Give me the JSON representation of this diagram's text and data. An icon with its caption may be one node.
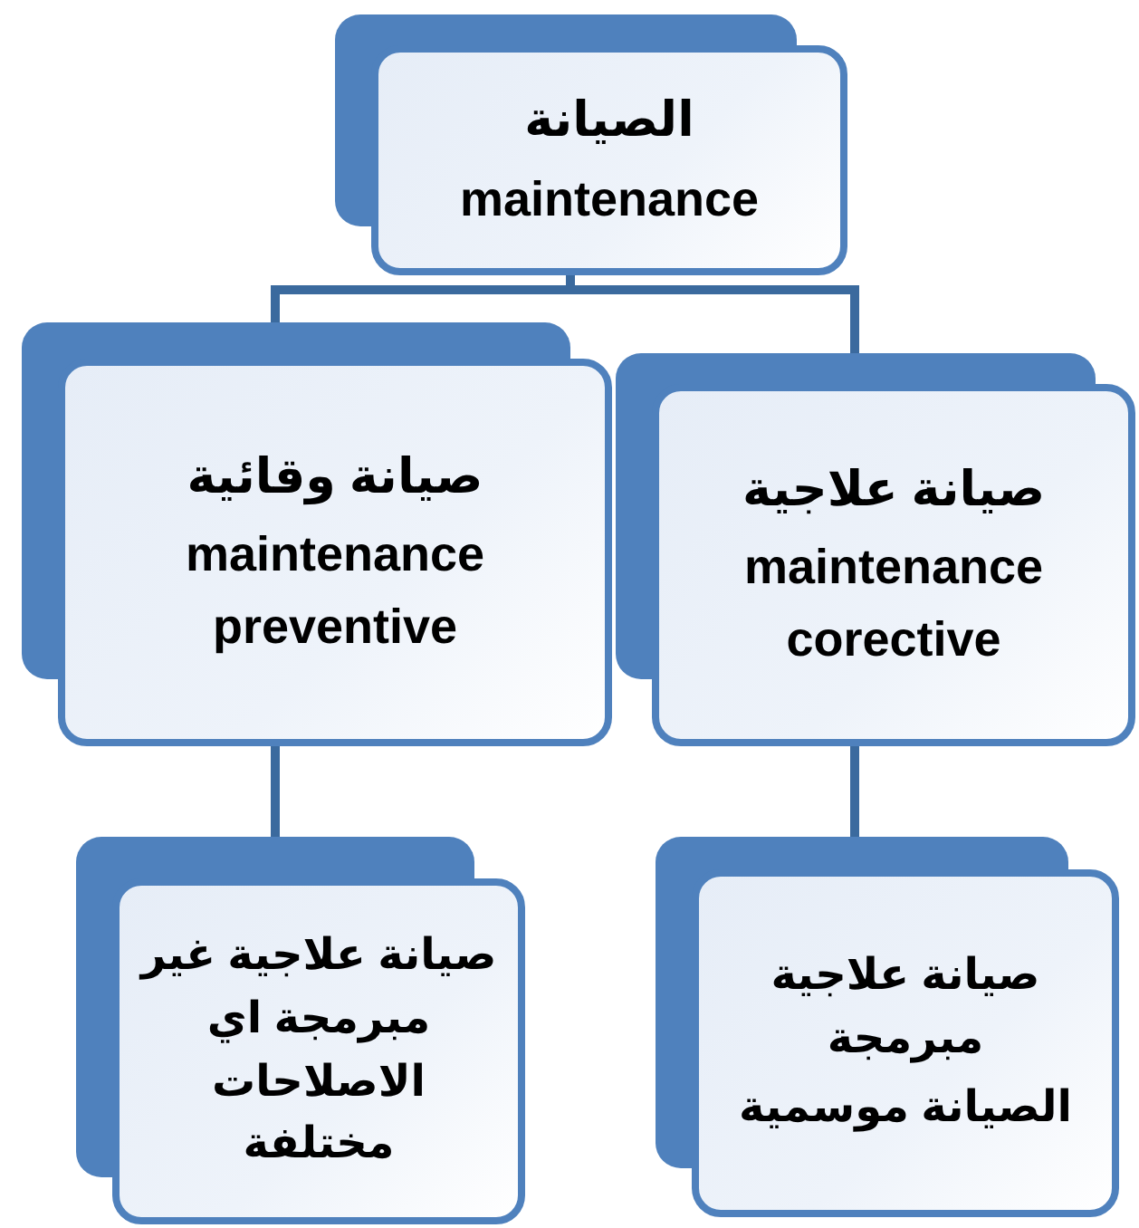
{
  "diagram": {
    "nodes": [
      {
        "text": [
          "الصيانة",
          "maintenance"
        ]
      },
      {
        "text": [
          "صيانة وقائية",
          "maintenance preventive"
        ]
      },
      {
        "text": [
          "صيانة علاجية",
          "maintenance corective"
        ]
      },
      {
        "text": [
          "صيانة علاجية غير مبرمجة اي الاصلاحات مختلفة"
        ]
      },
      {
        "text": [
          "صيانة علاجية مبرمجة",
          "الصيانة موسمية"
        ]
      }
    ],
    "edges": [
      {
        "from": 0,
        "to": 1,
        "arrow": "none"
      },
      {
        "from": 0,
        "to": 2,
        "arrow": "none"
      },
      {
        "from": 1,
        "to": 3,
        "arrow": "none"
      },
      {
        "from": 2,
        "to": 4,
        "arrow": "none"
      }
    ]
  }
}
